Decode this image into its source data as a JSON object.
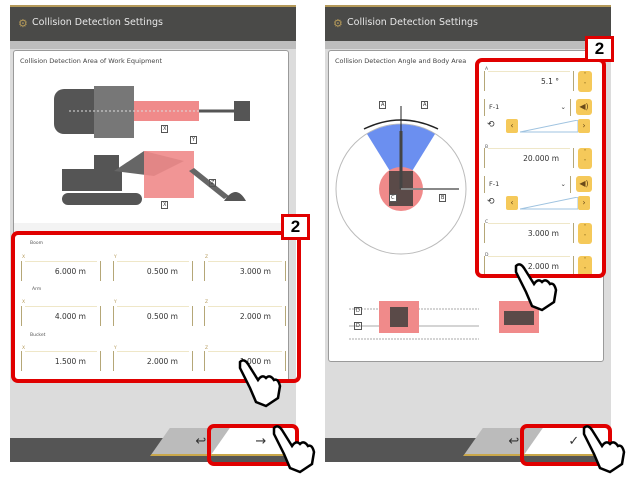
{
  "badge_number": "2",
  "left_screen": {
    "title": "Collision Detection Settings",
    "panel_title": "Collision Detection Area of Work Equipment",
    "diagram_labels": {
      "x_top": "X",
      "y_top": "Y",
      "x_side": "X",
      "z_side": "Z"
    },
    "axis_labels": [
      "X",
      "Y",
      "Z"
    ],
    "sections": [
      {
        "label": "Boom",
        "values": [
          "6.000 m",
          "0.500 m",
          "3.000 m"
        ]
      },
      {
        "label": "Arm",
        "values": [
          "4.000 m",
          "0.500 m",
          "2.000 m"
        ]
      },
      {
        "label": "Bucket",
        "values": [
          "1.500 m",
          "2.000 m",
          "1.000 m"
        ]
      }
    ],
    "back_icon": "↩",
    "next_icon": "→"
  },
  "right_screen": {
    "title": "Collision Detection Settings",
    "panel_title": "Collision Detection Angle and Body Area",
    "diagram_labels": {
      "a1": "A",
      "a2": "A",
      "b": "B",
      "c": "C",
      "d1": "D",
      "d2": "D"
    },
    "fields": {
      "A": {
        "label": "A",
        "value": "5.1 °"
      },
      "B": {
        "label": "B",
        "value": "20.000 m"
      },
      "C": {
        "label": "C",
        "value": "3.000 m"
      },
      "D": {
        "label": "D",
        "value": "2.000 m"
      }
    },
    "alarm_A": {
      "pattern": "F-1"
    },
    "alarm_B": {
      "pattern": "F-1"
    },
    "back_icon": "↩",
    "ok_icon": "✓"
  },
  "colors": {
    "accent": "#f5c95a",
    "highlight": "#e00000",
    "titlebar": "#4a4a48",
    "zone_blue": "#6b8ff0",
    "zone_red": "#f08a8a"
  }
}
